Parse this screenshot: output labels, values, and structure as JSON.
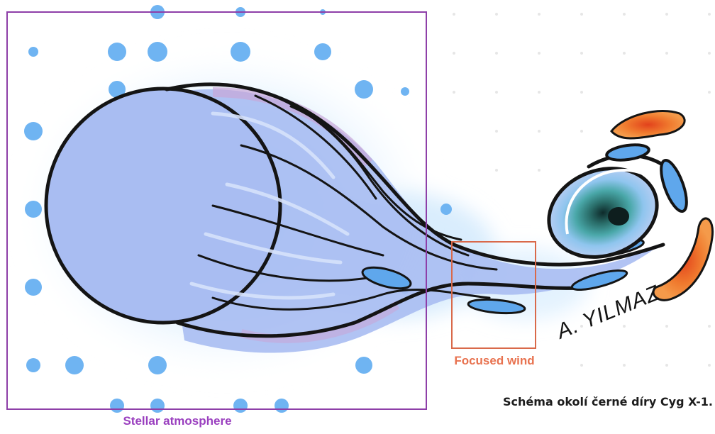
{
  "labels": {
    "stellar_atmosphere": "Stellar atmosphere",
    "focused_wind": "Focused wind",
    "caption": "Schéma okolí černé díry Cyg X-1.",
    "signature": "A. YILMAZ"
  },
  "colors": {
    "atmosphere_box": "#8e3fa8",
    "focus_box": "#d9694a",
    "star_fill": "#a9bdf2",
    "halo": "#bfe0fb",
    "dots": "#6fb4f2",
    "outline": "#141414",
    "hot_gas": "#f07a2e",
    "black_hole": "#2a6e6a"
  }
}
